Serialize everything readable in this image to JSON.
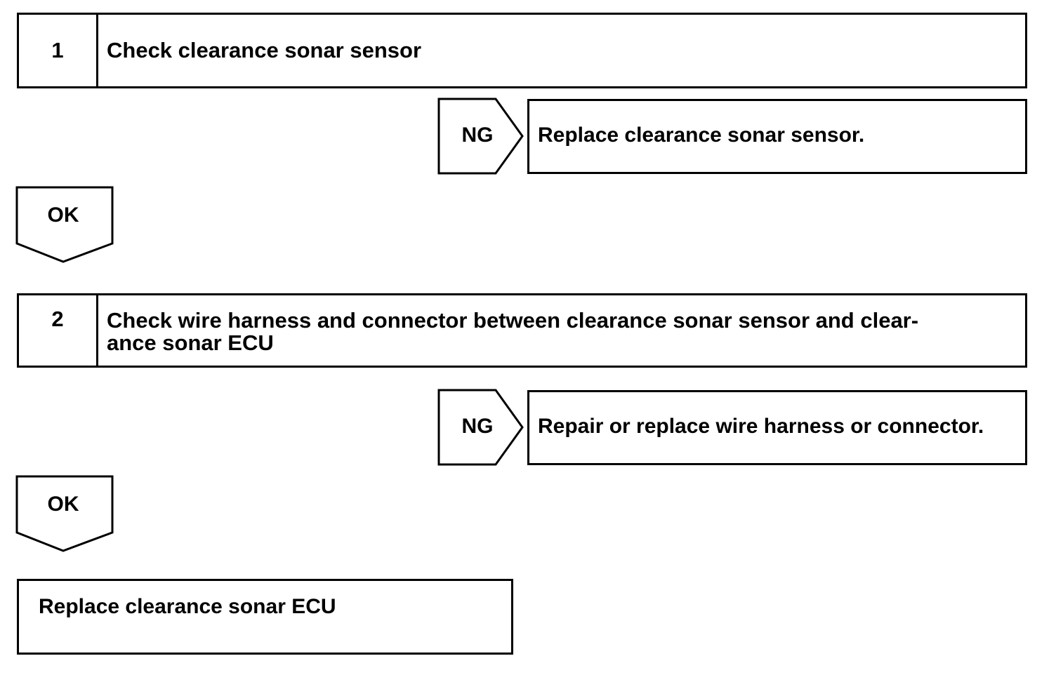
{
  "steps": [
    {
      "number": "1",
      "title": "Check clearance sonar sensor"
    },
    {
      "number": "2",
      "title": "Check wire harness and connector between clearance sonar sensor and clear-\nance sonar ECU"
    }
  ],
  "ng_results": [
    {
      "label": "NG",
      "action": "Replace clearance sonar sensor."
    },
    {
      "label": "NG",
      "action": "Repair or replace wire harness or connector."
    }
  ],
  "ok_labels": [
    "OK",
    "OK"
  ],
  "final_action": "Replace clearance sonar ECU"
}
